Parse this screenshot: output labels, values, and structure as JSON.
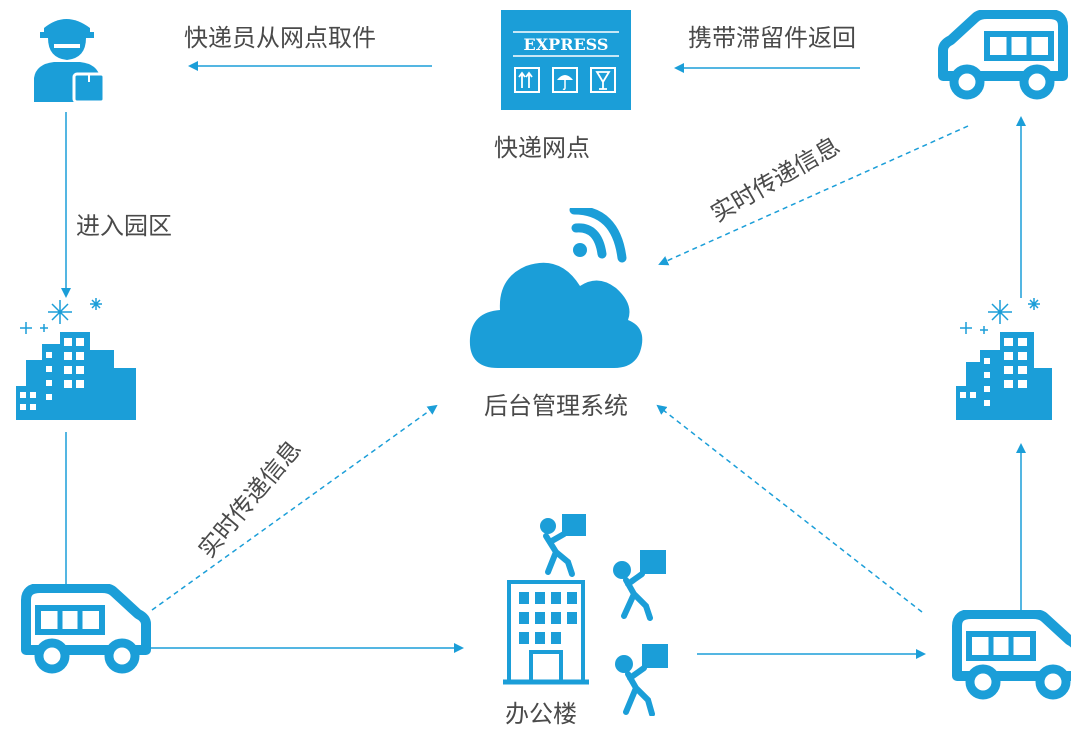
{
  "colors": {
    "primary": "#1b9ed8",
    "text": "#4a4a4a",
    "white": "#ffffff"
  },
  "labels": {
    "courier_pickup": "快递员从网点取件",
    "carry_return": "携带滞留件返回",
    "express_station": "快递网点",
    "enter_park": "进入园区",
    "realtime_top": "实时传递信息",
    "realtime_left": "实时传递信息",
    "backend": "后台管理系统",
    "office": "办公楼"
  },
  "box": {
    "title": "EXPRESS"
  },
  "icons": [
    "courier-icon",
    "express-box-icon",
    "van-icon",
    "cloud-signal-icon",
    "buildings-icon",
    "office-building-icon",
    "delivery-person-icon"
  ]
}
